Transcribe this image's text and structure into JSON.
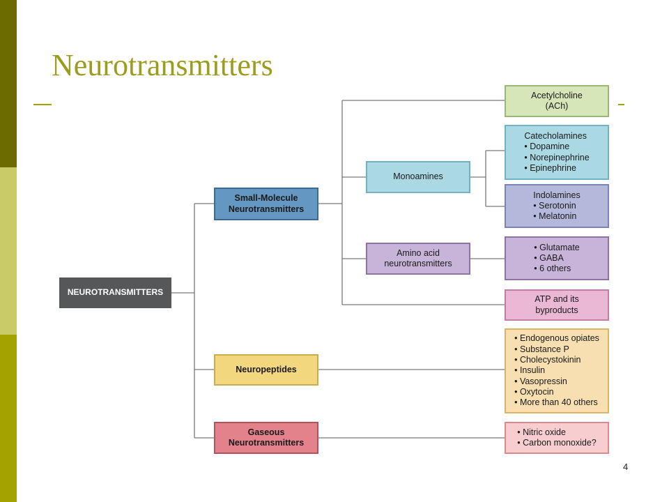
{
  "slide": {
    "title": "Neurotransmitters",
    "page_number": "4"
  },
  "colors": {
    "sidebar_dark": "#6b6b00",
    "sidebar_light": "#c9cc66",
    "sidebar_mid": "#a3a300",
    "title": "#9c9c1e",
    "connector": "#7a7a7a"
  },
  "diagram": {
    "root": "NEUROTRANSMITTERS",
    "small_molecule": {
      "line1": "Small-Molecule",
      "line2": "Neurotransmitters"
    },
    "neuropeptides": "Neuropeptides",
    "gaseous": {
      "line1": "Gaseous",
      "line2": "Neurotransmitters"
    },
    "monoamines": "Monoamines",
    "amino_acid": {
      "line1": "Amino acid",
      "line2": "neurotransmitters"
    },
    "acetylcholine": {
      "line1": "Acetylcholine",
      "line2": "(ACh)"
    },
    "catecholamines": {
      "heading": "Catecholamines",
      "items": [
        "Dopamine",
        "Norepinephrine",
        "Epinephrine"
      ]
    },
    "indolamines": {
      "heading": "Indolamines",
      "items": [
        "Serotonin",
        "Melatonin"
      ]
    },
    "amino_acid_list": {
      "items": [
        "Glutamate",
        "GABA",
        "6 others"
      ]
    },
    "atp": {
      "line1": "ATP and its",
      "line2": "byproducts"
    },
    "neuropeptide_list": {
      "items": [
        "Endogenous opiates",
        "Substance P",
        "Cholecystokinin",
        "Insulin",
        "Vasopressin",
        "Oxytocin",
        "More than 40 others"
      ]
    },
    "gaseous_list": {
      "items": [
        "Nitric oxide",
        "Carbon monoxide?"
      ]
    }
  }
}
